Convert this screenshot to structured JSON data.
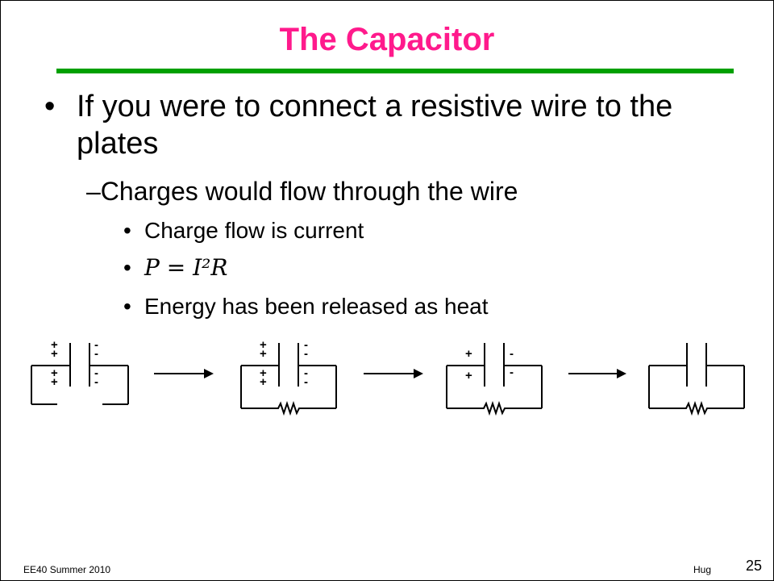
{
  "slide": {
    "title": "The Capacitor",
    "bullet1": "If you were to connect a resistive wire to the plates",
    "bullet2": "Charges would flow through the wire",
    "sub_bullets": {
      "item1": "Charge flow is current",
      "item2": "P = I²R",
      "item3": "Energy has been released as heat"
    },
    "footer_left": "EE40 Summer 2010",
    "footer_right": "Hug",
    "page_number": "25"
  },
  "diagram": {
    "plus": "+",
    "minus": "-"
  },
  "colors": {
    "title": "#ff1a8c",
    "rule": "#00a000"
  }
}
